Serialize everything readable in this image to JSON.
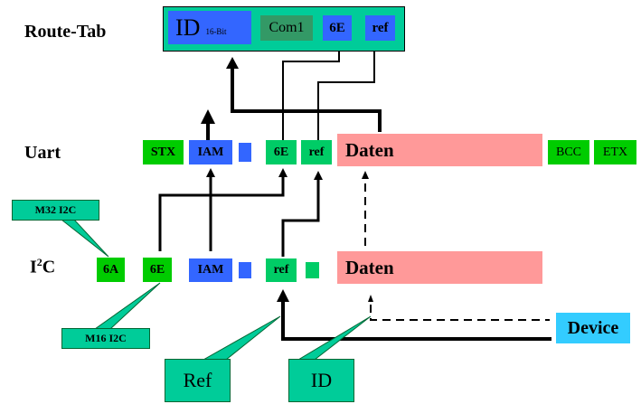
{
  "rows": {
    "route_tab": "Route-Tab",
    "uart": "Uart",
    "i2c_main": "I",
    "i2c_sup": "2",
    "i2c_tail": "C"
  },
  "route_table": {
    "id_label": "ID",
    "id_sub": "16-Bit",
    "com": "Com1",
    "addr": "6E",
    "ref": "ref"
  },
  "uart_frame": {
    "stx": "STX",
    "iam": "IAM",
    "addr": "6E",
    "ref": "ref",
    "daten": "Daten",
    "bcc": "BCC",
    "etx": "ETX"
  },
  "i2c_frame": {
    "a1": "6A",
    "a2": "6E",
    "iam": "IAM",
    "ref": "ref",
    "daten": "Daten"
  },
  "device": "Device",
  "callouts": {
    "m32": "M32 I2C",
    "m16": "M16 I2C",
    "ref": "Ref",
    "id": "ID"
  },
  "colors": {
    "blue": "#3366ff",
    "green": "#00cc00",
    "teal": "#00cc99",
    "pink": "#ff9999",
    "device": "#33ccff"
  }
}
